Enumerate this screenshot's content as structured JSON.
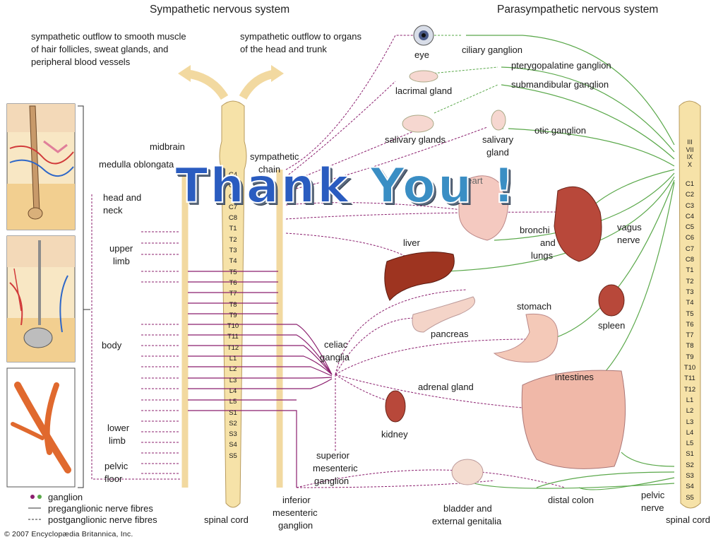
{
  "titles": {
    "sympathetic": "Sympathetic nervous system",
    "parasympathetic": "Parasympathetic nervous system"
  },
  "overlay": {
    "part1": "Thank ",
    "part2": "You !"
  },
  "copyright": "© 2007 Encyclopædia Britannica, Inc.",
  "labels": {
    "outflow_smooth_1": "sympathetic outflow to smooth muscle",
    "outflow_smooth_2": "of hair follicles, sweat glands, and",
    "outflow_smooth_3": "peripheral blood vessels",
    "outflow_organs_1": "sympathetic outflow to organs",
    "outflow_organs_2": "of the head and trunk",
    "midbrain": "midbrain",
    "medulla": "medulla oblongata",
    "sympathetic_chain_1": "sympathetic",
    "sympathetic_chain_2": "chain",
    "head_neck_1": "head and",
    "head_neck_2": "neck",
    "upper_limb_1": "upper",
    "upper_limb_2": "limb",
    "body": "body",
    "lower_limb_1": "lower",
    "lower_limb_2": "limb",
    "pelvic_floor_1": "pelvic",
    "pelvic_floor_2": "floor",
    "eye": "eye",
    "ciliary": "ciliary ganglion",
    "pterygopalatine": "pterygopalatine ganglion",
    "lacrimal": "lacrimal gland",
    "submandibular": "submandibular ganglion",
    "salivary_glands": "salivary glands",
    "salivary_gland_1": "salivary",
    "salivary_gland_2": "gland",
    "otic": "otic ganglion",
    "heart": "heart",
    "bronchi_1": "bronchi",
    "bronchi_2": "and",
    "bronchi_3": "lungs",
    "vagus_1": "vagus",
    "vagus_2": "nerve",
    "liver": "liver",
    "stomach": "stomach",
    "spleen": "spleen",
    "pancreas": "pancreas",
    "celiac_1": "celiac",
    "celiac_2": "ganglia",
    "adrenal": "adrenal gland",
    "kidney": "kidney",
    "intestines": "intestines",
    "superior_1": "superior",
    "superior_2": "mesenteric",
    "superior_3": "ganglion",
    "inferior_1": "inferior",
    "inferior_2": "mesenteric",
    "inferior_3": "ganglion",
    "bladder_1": "bladder and",
    "bladder_2": "external genitalia",
    "distal_colon": "distal colon",
    "pelvic_nerve_1": "pelvic",
    "pelvic_nerve_2": "nerve",
    "spinal_cord_left": "spinal cord",
    "spinal_cord_right": "spinal cord"
  },
  "legend": {
    "ganglion": "ganglion",
    "preganglionic": "preganglionic nerve fibres",
    "postganglionic": "postganglionic nerve fibres"
  },
  "cranial_nerves": [
    "III",
    "VII",
    "IX",
    "X"
  ],
  "spinal_segments": [
    "C1",
    "C2",
    "C3",
    "C4",
    "C5",
    "C6",
    "C7",
    "C8",
    "T1",
    "T2",
    "T3",
    "T4",
    "T5",
    "T6",
    "T7",
    "T8",
    "T9",
    "T10",
    "T11",
    "T12",
    "L1",
    "L2",
    "L3",
    "L4",
    "L5",
    "S1",
    "S2",
    "S3",
    "S4",
    "S5"
  ],
  "colors": {
    "sympathetic": "#8b1f6e",
    "parasympathetic": "#5aa84a",
    "cord": "#f6e2a8",
    "title_blue": "#2a5cc0"
  }
}
